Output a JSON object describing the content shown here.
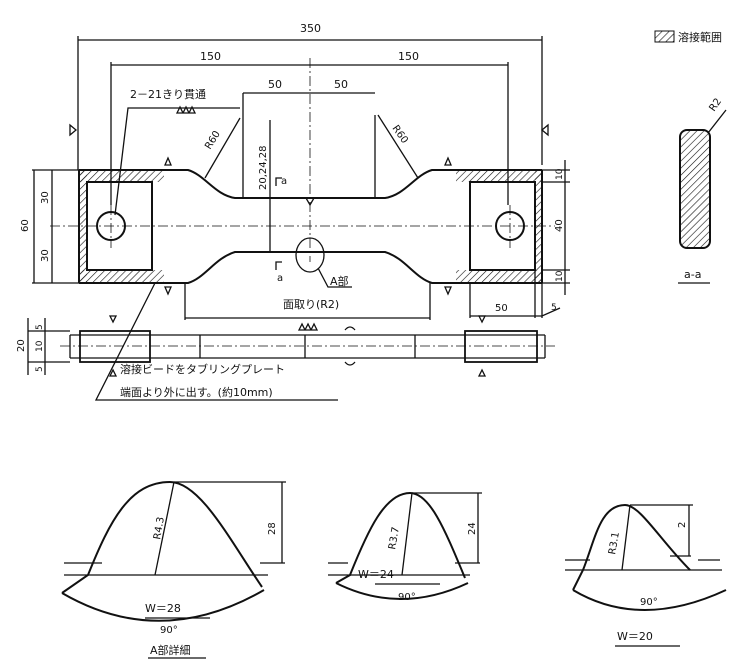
{
  "legend": {
    "label": "溶接範囲"
  },
  "top_view": {
    "dim_total": "350",
    "dim_left_half": "150",
    "dim_right_half": "150",
    "dim_neck_left": "50",
    "dim_neck_right": "50",
    "hole_note": "2－21きり貫通",
    "radius_left": "R60",
    "radius_right": "R60",
    "neck_width": "20,24,28",
    "section_mark_top": "a",
    "section_mark_bottom": "a",
    "dim_height": "60",
    "dim_upper": "30",
    "dim_lower": "30",
    "detail_ref": "A部",
    "chamfer_note": "面取り(R2)",
    "dim_right_10_top": "10",
    "dim_right_40": "40",
    "dim_right_10_bottom": "10",
    "dim_tab_length": "50",
    "dim_tab_offset": "5",
    "weld_note_line1": "溶接ビードをタブリングプレート",
    "weld_note_line2": "端面より外に出す。(約10mm)"
  },
  "section_view": {
    "radius": "R2",
    "label": "a-a"
  },
  "side_view": {
    "dim_total": "20",
    "dim_top": "5",
    "dim_mid": "10",
    "dim_bottom": "5"
  },
  "details": [
    {
      "radius": "R4.3",
      "height": "28",
      "angle": "90°",
      "label": "W＝28"
    },
    {
      "radius": "R3.7",
      "height": "24",
      "angle": "90°",
      "label": "W＝24"
    },
    {
      "radius": "R3.1",
      "height": "2",
      "angle": "90°",
      "label": "W＝20"
    }
  ],
  "detail_title": "A部詳細"
}
